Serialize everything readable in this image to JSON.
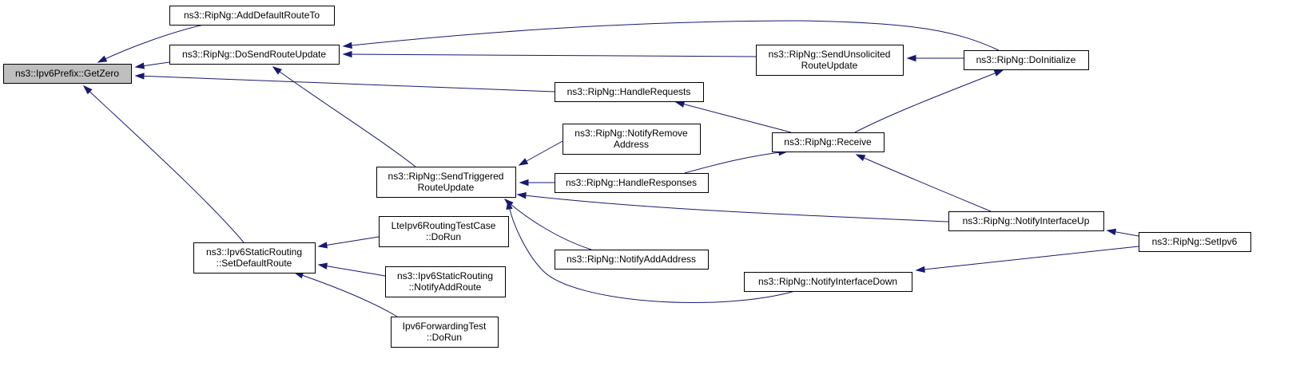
{
  "graph": {
    "title": "",
    "colors": {
      "edge": "#191970",
      "root_fill": "#bfbfbf",
      "node_fill": "#ffffff",
      "node_stroke": "#000000"
    },
    "nodes": [
      {
        "id": "getzero",
        "lines": [
          "ns3::Ipv6Prefix::GetZero"
        ],
        "root": true
      },
      {
        "id": "adddefault",
        "lines": [
          "ns3::RipNg::AddDefaultRouteTo"
        ]
      },
      {
        "id": "dosend",
        "lines": [
          "ns3::RipNg::DoSendRouteUpdate"
        ]
      },
      {
        "id": "handlerequests",
        "lines": [
          "ns3::RipNg::HandleRequests"
        ]
      },
      {
        "id": "setdefault",
        "lines": [
          "ns3::Ipv6StaticRouting",
          "::SetDefaultRoute"
        ]
      },
      {
        "id": "sendunsolicited",
        "lines": [
          "ns3::RipNg::SendUnsolicited",
          "RouteUpdate"
        ]
      },
      {
        "id": "doinit",
        "lines": [
          "ns3::RipNg::DoInitialize"
        ]
      },
      {
        "id": "sendtriggered",
        "lines": [
          "ns3::RipNg::SendTriggered",
          "RouteUpdate"
        ]
      },
      {
        "id": "receive",
        "lines": [
          "ns3::RipNg::Receive"
        ]
      },
      {
        "id": "notifyremove",
        "lines": [
          "ns3::RipNg::NotifyRemove",
          "Address"
        ]
      },
      {
        "id": "handleresponses",
        "lines": [
          "ns3::RipNg::HandleResponses"
        ]
      },
      {
        "id": "notifyup",
        "lines": [
          "ns3::RipNg::NotifyInterfaceUp"
        ]
      },
      {
        "id": "setipv6",
        "lines": [
          "ns3::RipNg::SetIpv6"
        ]
      },
      {
        "id": "lteipv6",
        "lines": [
          "LteIpv6RoutingTestCase",
          "::DoRun"
        ]
      },
      {
        "id": "notifyaddroute",
        "lines": [
          "ns3::Ipv6StaticRouting",
          "::NotifyAddRoute"
        ]
      },
      {
        "id": "notifyaddaddress",
        "lines": [
          "ns3::RipNg::NotifyAddAddress"
        ]
      },
      {
        "id": "notifydown",
        "lines": [
          "ns3::RipNg::NotifyInterfaceDown"
        ]
      },
      {
        "id": "ipv6fwd",
        "lines": [
          "Ipv6ForwardingTest",
          "::DoRun"
        ]
      }
    ],
    "edges": [
      {
        "from": "adddefault",
        "to": "getzero"
      },
      {
        "from": "dosend",
        "to": "getzero"
      },
      {
        "from": "handlerequests",
        "to": "getzero"
      },
      {
        "from": "setdefault",
        "to": "getzero"
      },
      {
        "from": "doinit",
        "to": "dosend"
      },
      {
        "from": "sendunsolicited",
        "to": "dosend"
      },
      {
        "from": "sendtriggered",
        "to": "dosend"
      },
      {
        "from": "doinit",
        "to": "sendunsolicited"
      },
      {
        "from": "receive",
        "to": "doinit"
      },
      {
        "from": "receive",
        "to": "handlerequests"
      },
      {
        "from": "handleresponses",
        "to": "receive"
      },
      {
        "from": "notifyup",
        "to": "receive"
      },
      {
        "from": "notifyremove",
        "to": "sendtriggered"
      },
      {
        "from": "handleresponses",
        "to": "sendtriggered"
      },
      {
        "from": "notifyup",
        "to": "sendtriggered"
      },
      {
        "from": "notifyaddaddress",
        "to": "sendtriggered"
      },
      {
        "from": "notifydown",
        "to": "sendtriggered"
      },
      {
        "from": "setipv6",
        "to": "notifyup"
      },
      {
        "from": "setipv6",
        "to": "notifydown"
      },
      {
        "from": "lteipv6",
        "to": "setdefault"
      },
      {
        "from": "notifyaddroute",
        "to": "setdefault"
      },
      {
        "from": "ipv6fwd",
        "to": "setdefault"
      }
    ]
  }
}
